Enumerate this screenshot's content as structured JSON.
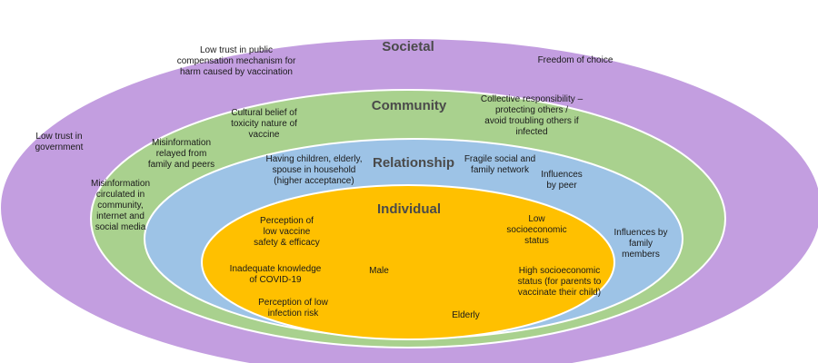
{
  "colors": {
    "societal": "#c39ee0",
    "community": "#a9d18e",
    "relationship": "#9dc3e6",
    "individual": "#ffc000",
    "outline": "#ffffff"
  },
  "rings": {
    "societal": {
      "title": "Societal",
      "labels": [
        "Low trust in public\ncompensation mechanism for\nharm caused by vaccination",
        "Freedom of choice",
        "Low trust in\ngovernment"
      ]
    },
    "community": {
      "title": "Community",
      "labels": [
        "Cultural belief of\ntoxicity nature of\nvaccine",
        "Collective responsibility –\nprotecting others /\navoid troubling others if\ninfected",
        "Misinformation\nrelayed from\nfamily and peers",
        "Misinformation\ncirculated in\ncommunity,\ninternet and\nsocial media"
      ]
    },
    "relationship": {
      "title": "Relationship",
      "labels": [
        "Having children, elderly,\nspouse in household\n(higher acceptance)",
        "Fragile social and\nfamily network",
        "Influences\nby peer",
        "Influences by\nfamily\nmembers"
      ]
    },
    "individual": {
      "title": "Individual",
      "labels": [
        "Perception of\nlow vaccine\nsafety & efficacy",
        "Low\nsocioeconomic\nstatus",
        "Inadequate knowledge\nof COVID-19",
        "Male",
        "High socioeconomic\nstatus (for parents to\nvaccinate their child)",
        "Perception of low\ninfection risk",
        "Elderly"
      ]
    }
  }
}
